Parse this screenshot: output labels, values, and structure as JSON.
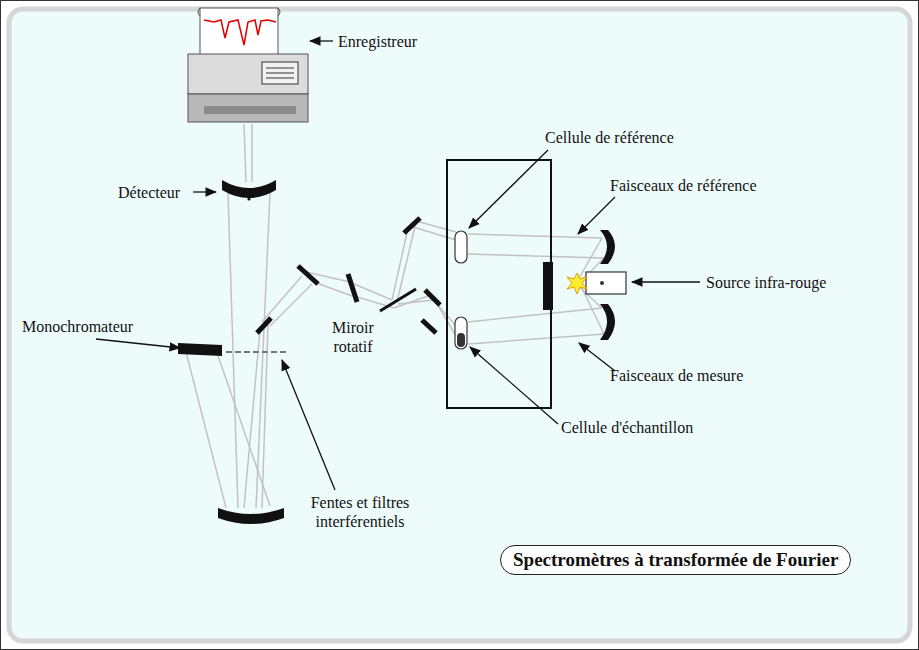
{
  "diagram": {
    "title": "Spectromètres à transformée de Fourier",
    "labels": [
      "Enregistreur",
      "Cellule de référence",
      "Faisceaux de référence",
      "Détecteur",
      "Source infra-rouge",
      "Miroir rotatif",
      "Monochromateur",
      "Faisceaux de mesure",
      "Cellule d'échantillon",
      "Fentes et filtres interférentiels"
    ]
  }
}
